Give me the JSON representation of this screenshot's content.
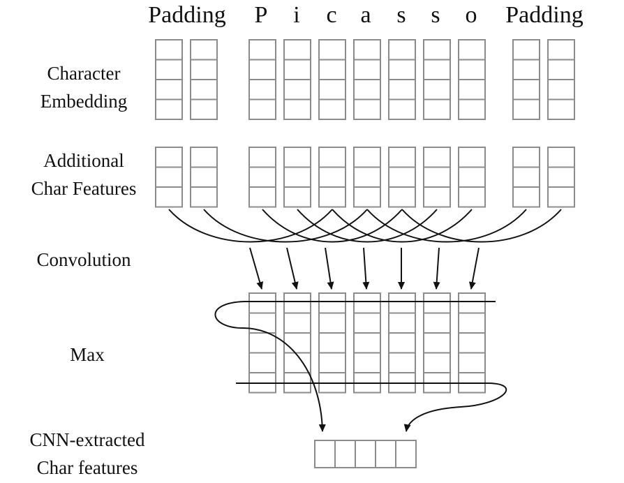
{
  "tokens": [
    "Padding",
    "P",
    "i",
    "c",
    "a",
    "s",
    "s",
    "o",
    "Padding"
  ],
  "labels": {
    "char_embedding": [
      "Character",
      "Embedding"
    ],
    "additional_features": [
      "Additional",
      "Char Features"
    ],
    "convolution": "Convolution",
    "max": "Max",
    "cnn_features": [
      "CNN-extracted",
      "Char features"
    ]
  },
  "colors": {
    "box_stroke": "#8c8c8c",
    "line": "#111111"
  }
}
